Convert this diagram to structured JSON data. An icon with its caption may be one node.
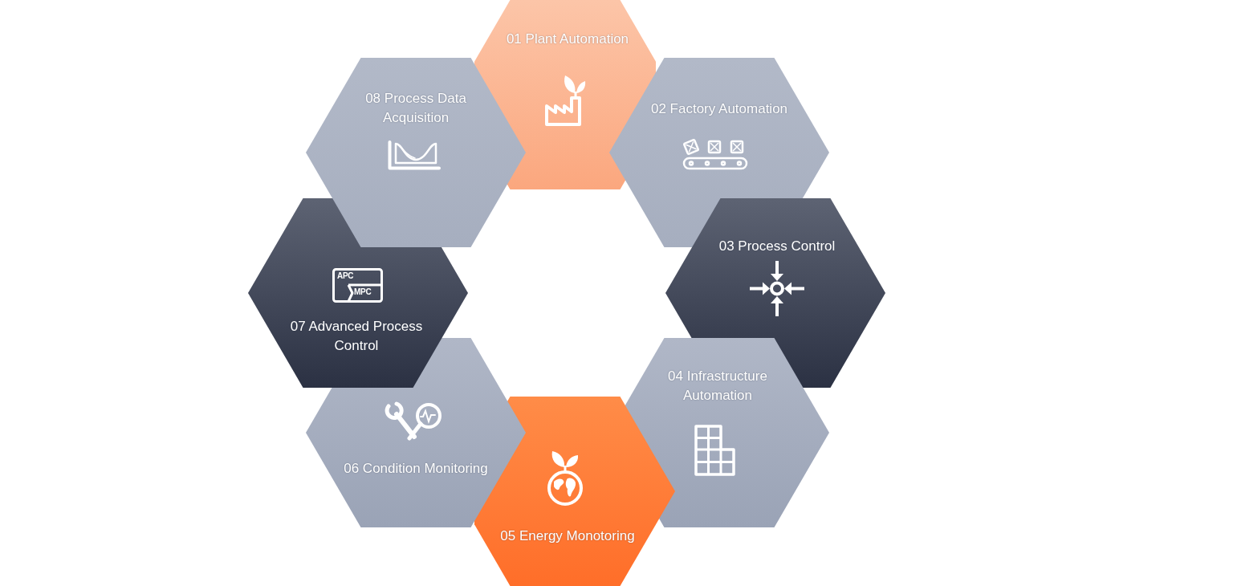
{
  "diagram": {
    "nodes": [
      {
        "text": [
          "01 Plant Automation"
        ]
      },
      {
        "text": [
          "02 Factory Automation"
        ]
      },
      {
        "text": [
          "03 Process Control"
        ]
      },
      {
        "text": [
          "04 Infrastructure Automation"
        ]
      },
      {
        "text": [
          "05 Energy Monotoring"
        ]
      },
      {
        "text": [
          "06 Condition Monitoring"
        ]
      },
      {
        "text": [
          "07 Advanced Process Control"
        ]
      },
      {
        "text": [
          "08 Process Data Acquisition"
        ]
      }
    ],
    "labels": [
      "APC",
      "MPC"
    ]
  }
}
